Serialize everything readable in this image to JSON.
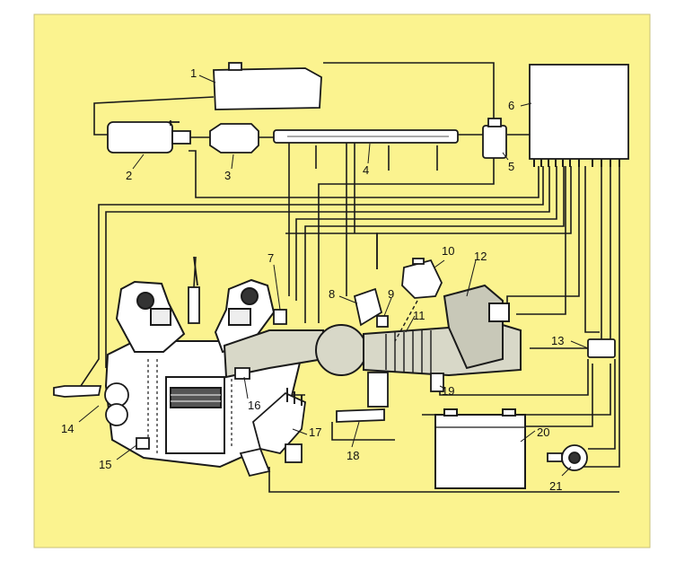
{
  "diagram": {
    "background_color": "#fbf38f",
    "line_color": "#1a1a1a",
    "component_fill": "#ffffff",
    "intake_fill": "#d8d8c8",
    "callouts": [
      "1",
      "2",
      "3",
      "4",
      "5",
      "6",
      "7",
      "8",
      "9",
      "10",
      "11",
      "12",
      "13",
      "14",
      "15",
      "16",
      "17",
      "18",
      "19",
      "20",
      "21"
    ]
  }
}
